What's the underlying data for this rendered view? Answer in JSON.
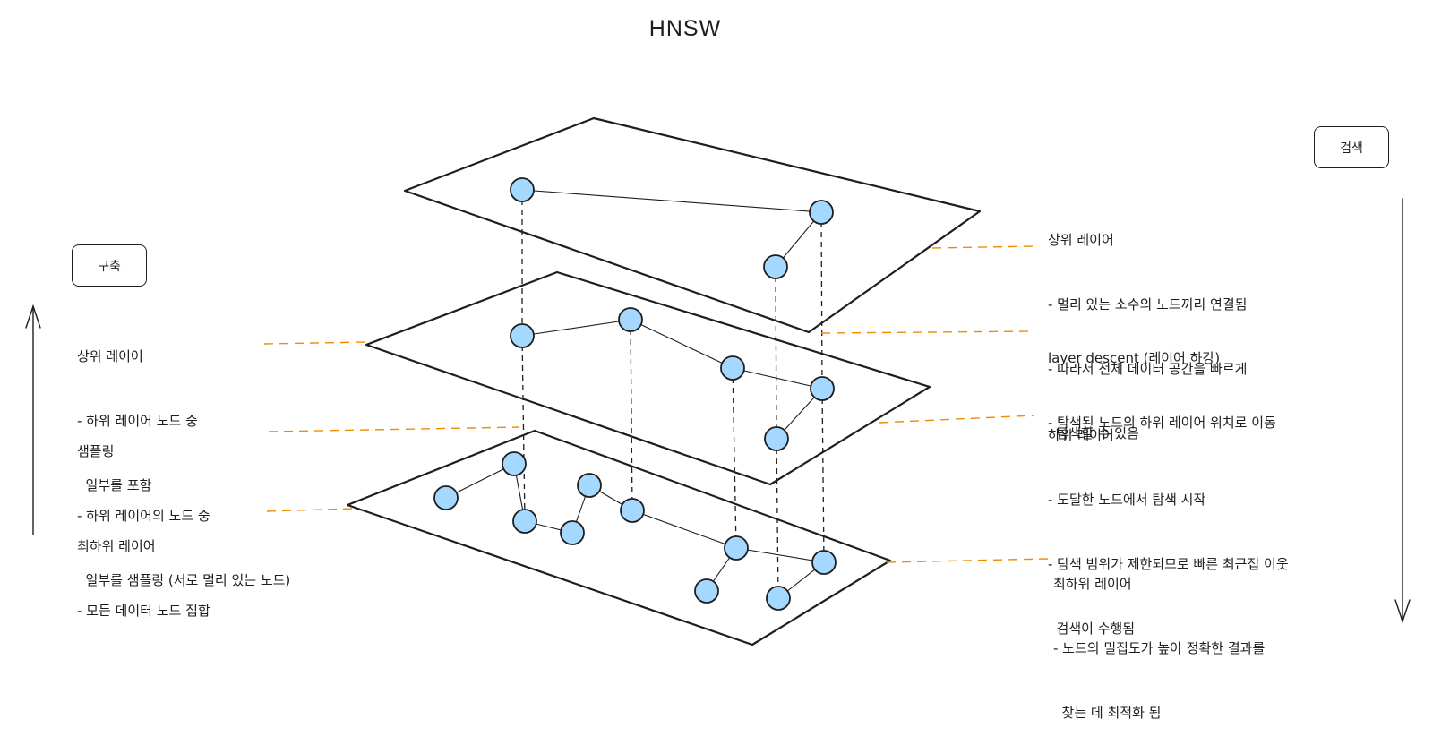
{
  "title": "HNSW",
  "left": {
    "tag": "구축",
    "notes": [
      {
        "heading": "상위 레이어",
        "lines": [
          "- 하위 레이어 노드 중",
          "  일부를 포함"
        ]
      },
      {
        "heading": "샘플링",
        "lines": [
          "- 하위 레이어의 노드 중",
          "  일부를 샘플링 (서로 멀리 있는 노드)"
        ]
      },
      {
        "heading": "최하위 레이어",
        "lines": [
          "- 모든 데이터 노드 집합"
        ]
      }
    ]
  },
  "right": {
    "tag": "검색",
    "notes": [
      {
        "heading": "상위 레이어",
        "lines": [
          "- 멀리 있는 소수의 노드끼리 연결됨",
          "- 따라서 전체 데이터 공간을 빠르게",
          "  탐색할 수 있음"
        ]
      },
      {
        "heading": "layer descent (레이어 하강)",
        "lines": [
          "- 탐색된 노드의 하위 레이어 위치로 이동"
        ]
      },
      {
        "heading": "하위 레이어",
        "lines": [
          "- 도달한 노드에서 탐색 시작",
          "- 탐색 범위가 제한되므로 빠른 최근접 이웃",
          "  검색이 수행됨"
        ]
      },
      {
        "heading": "최하위 레이어",
        "lines": [
          "- 노드의 밀집도가 높아 정확한 결과를",
          "  찾는 데 최적화 됨"
        ]
      }
    ]
  },
  "colors": {
    "node_fill": "#a5d8ff",
    "stroke": "#1e1e1e",
    "leader": "#f08c00"
  }
}
